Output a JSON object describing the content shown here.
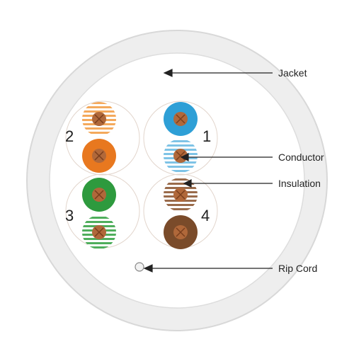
{
  "labels": {
    "jacket": "Jacket",
    "conductor": "Conductor",
    "insulation": "Insulation",
    "rip_cord": "Rip Cord"
  },
  "pairs": [
    {
      "number": "2",
      "solid_color": "orange",
      "stripe_color": "orange-white"
    },
    {
      "number": "1",
      "solid_color": "blue",
      "stripe_color": "blue-white"
    },
    {
      "number": "3",
      "solid_color": "green",
      "stripe_color": "green-white"
    },
    {
      "number": "4",
      "solid_color": "brown",
      "stripe_color": "brown-white"
    }
  ],
  "colors": {
    "orange": "#E8781F",
    "orange_light": "#F4A95C",
    "blue": "#2E9FD6",
    "blue_light": "#7EC3E6",
    "green": "#2E9A3E",
    "green_light": "#5DB36B",
    "brown": "#7A4B2A",
    "brown_light": "#9A6B4B",
    "copper": "#B0683A",
    "jacket": "#EEEEEE",
    "jacket_edge": "#D8D8D8"
  }
}
